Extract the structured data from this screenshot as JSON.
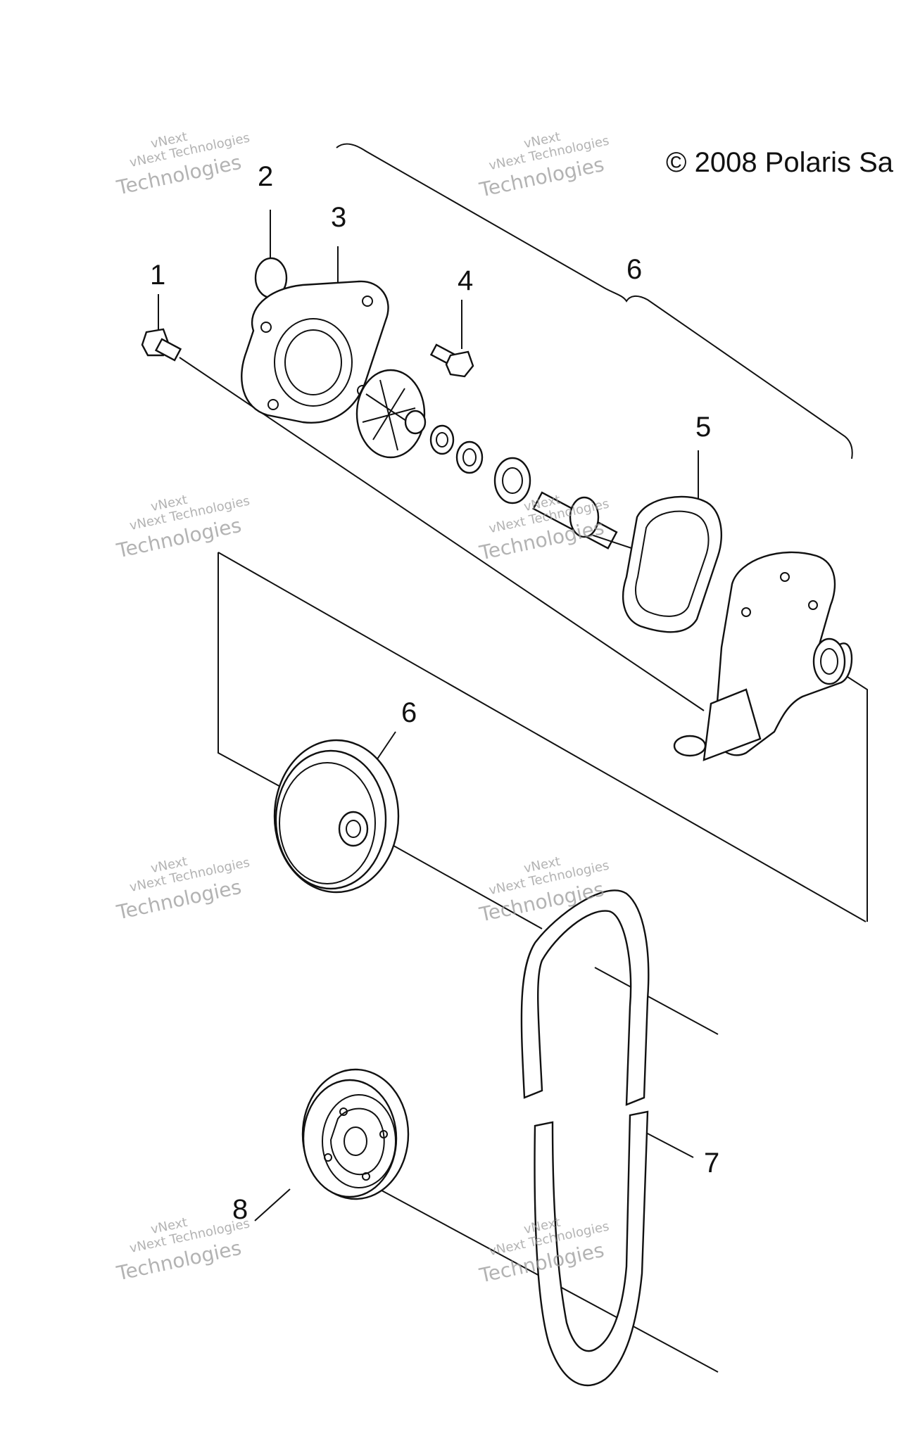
{
  "copyright": "© 2008 Polaris Sa",
  "callouts": {
    "c1": "1",
    "c2": "2",
    "c3": "3",
    "c4": "4",
    "c5": "5",
    "c6_top": "6",
    "c6_pulley": "6",
    "c7": "7",
    "c8": "8"
  },
  "watermark": {
    "line1": "vNext",
    "line2": "vNext Technologies",
    "line3": "Technologies"
  }
}
